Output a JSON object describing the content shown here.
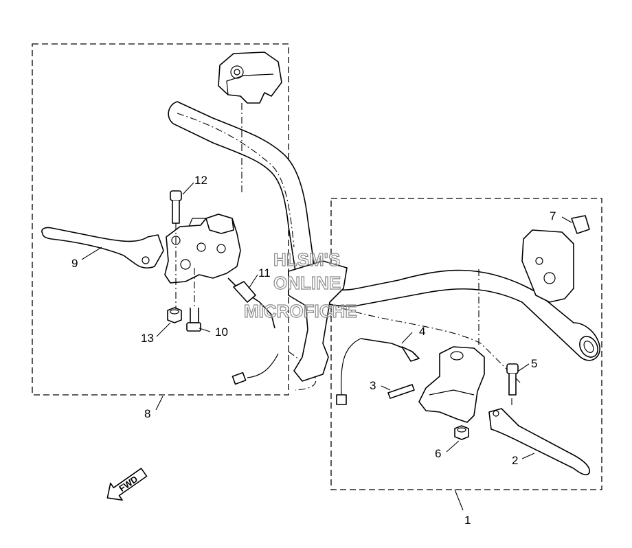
{
  "watermark": {
    "line1": "HLSM'S",
    "line2": "ONLINE",
    "line3": "MICROFICHE"
  },
  "direction_label": "FWD",
  "callouts": {
    "c1": "1",
    "c2": "2",
    "c3": "3",
    "c4": "4",
    "c5": "5",
    "c6": "6",
    "c7": "7",
    "c8": "8",
    "c9": "9",
    "c10": "10",
    "c11": "11",
    "c12": "12",
    "c13": "13"
  }
}
